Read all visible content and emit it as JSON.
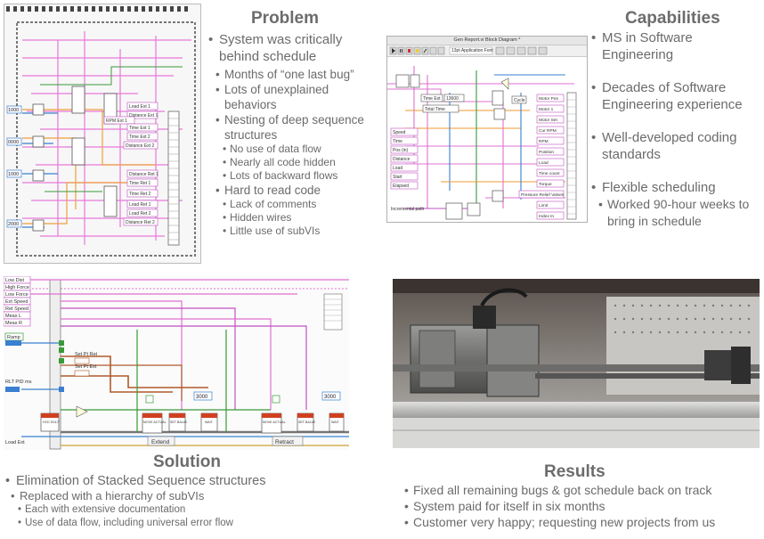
{
  "problem": {
    "title": "Problem",
    "main": "System was critically behind schedule",
    "items": [
      {
        "text": "Months of “one last bug”",
        "level": 2
      },
      {
        "text": "Lots of unexplained behaviors",
        "level": 2
      },
      {
        "text": "Nesting of deep sequence structures",
        "level": 2
      },
      {
        "text": "No use of data flow",
        "level": 3
      },
      {
        "text": "Nearly all code hidden",
        "level": 3
      },
      {
        "text": "Lots of backward flows",
        "level": 3
      },
      {
        "text": "Hard to read code",
        "level": 2
      },
      {
        "text": "Lack of comments",
        "level": 3
      },
      {
        "text": "Hidden wires",
        "level": 3
      },
      {
        "text": "Little use of subVIs",
        "level": 3
      }
    ]
  },
  "capabilities": {
    "title": "Capabilities",
    "items": [
      "MS in Software Engineering",
      "Decades of Software Engineering experience",
      "Well-developed coding standards",
      "Flexible scheduling"
    ],
    "sub": "Worked 90-hour weeks to bring in schedule"
  },
  "solution": {
    "title": "Solution",
    "main": "Elimination of Stacked Sequence structures",
    "sub": "Replaced with a hierarchy of subVIs",
    "subsub": [
      "Each with extensive documentation",
      "Use of data flow, including universal error flow"
    ]
  },
  "results": {
    "title": "Results",
    "items": [
      "Fixed all remaining bugs & got schedule back on track",
      "System paid for itself in six months",
      "Customer very happy; requesting new projects from us"
    ]
  },
  "block_diagram_old": {
    "labels": [
      "Load Ext 1",
      "Distance Ext 1",
      "RPM Ext 1",
      "Time Ext 1",
      "Time Ext 2",
      "Distance Ext 2",
      "Distance Ret 1",
      "Time Ret 1",
      "Time Ret 2",
      "Load Ret 1",
      "Load Ret 2",
      "Distance Ret 2"
    ],
    "numbers": [
      "1000",
      "0000",
      "1000",
      "2000"
    ]
  },
  "block_diagram_new": {
    "window_title": "Gen Report.vi Block Diagram *",
    "font_label": "13pt Application Font",
    "left_labels": [
      "Speed",
      "Time",
      "Pos (in)",
      "Distance",
      "Load",
      "Start",
      "Elapsed"
    ],
    "right_labels": [
      "Motor Pos",
      "Motor 1",
      "Motor Set",
      "Cur RPM",
      "RPM",
      "Position",
      "Load",
      "Time count",
      "Torque",
      "Pressure Relief Valves",
      "Limit",
      "Index In"
    ],
    "mid_labels": [
      "Time Ext",
      "13600",
      "Total Time",
      "Cycle"
    ],
    "low_label": "Incremental path"
  },
  "solution_diagram": {
    "left_labels": [
      "Low Dist",
      "High Force",
      "Low Force",
      "Ext Speed",
      "Ret Speed",
      "Meas L",
      "Meas R"
    ],
    "ramp": "Ramp",
    "pid": "RLT PID ms",
    "load": "Load Ext",
    "set_ret": "Set Pt Ret",
    "set_ext": "Set Pt Ext",
    "const1": "3000",
    "const2": "3000",
    "extend": "Extend",
    "retract": "Retract",
    "vis": [
      "HYD SOL/T",
      "MOVE ACTUAL",
      "SET BALVE",
      "WAIT",
      "MOVE ACTUAL",
      "SET BALVE",
      "WAIT"
    ]
  },
  "photo": {
    "description_icon": "actuator-photo"
  }
}
